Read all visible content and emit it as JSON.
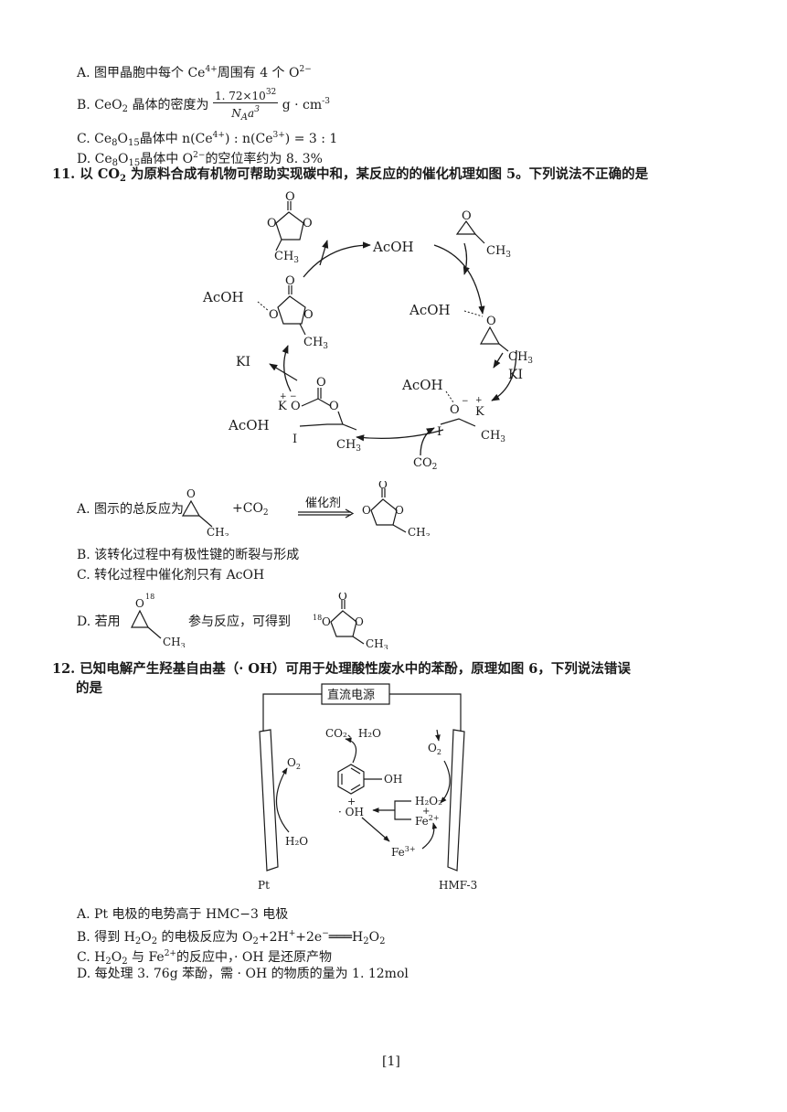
{
  "q10": {
    "optA": {
      "pre": "A. 图甲晶胞中每个 Ce",
      "sup1": "4+",
      "mid": "周围有 4 个 O",
      "sup2": "2−"
    },
    "optB": {
      "pre": "B. CeO",
      "sub1": "2",
      "mid": " 晶体的密度为",
      "num": "1. 72×10",
      "num_sup": "32",
      "den": "N",
      "den_sub": "A",
      "den_rest": "a",
      "den_sup": "3",
      "post": "g · cm",
      "post_sup": "-3"
    },
    "optC": {
      "pre": "C. Ce",
      "sub1": "8",
      "mid1": "O",
      "sub2": "15",
      "mid2": "晶体中 n(Ce",
      "sup1": "4+",
      "mid3": ") : n(Ce",
      "sup2": "3+",
      "post": ") = 3 : 1"
    },
    "optD": {
      "pre": "D. Ce",
      "sub1": "8",
      "mid1": "O",
      "sub2": "15",
      "mid2": "晶体中 O",
      "sup1": "2−",
      "post": "的空位率约为 8. 3%"
    }
  },
  "q11": {
    "stem": {
      "pre": "11. 以 CO",
      "sub1": "2",
      "post": " 为原料合成有机物可帮助实现碳中和，某反应的的催化机理如图 5。下列说法不正确的是"
    },
    "figure": {
      "acoh": "AcOH",
      "ki": "KI",
      "ch3": "CH",
      "ch3_sub": "3",
      "o": "O",
      "i": "I",
      "k": "K",
      "plus": "+",
      "minus": "−",
      "co2": "CO",
      "co2_sub": "2"
    },
    "optA": {
      "pre": "A. 图示的总反应为",
      "plus": "+CO",
      "plus_sub": "2",
      "cat": "催化剂"
    },
    "optB": "B. 该转化过程中有极性键的断裂与形成",
    "optC": "C. 转化过程中催化剂只有 AcOH",
    "optD": {
      "pre": "D. 若用",
      "mid": "参与反应，可得到",
      "o18": "18"
    }
  },
  "q12": {
    "stem1": "12. 已知电解产生羟基自由基（· OH）可用于处理酸性废水中的苯酚，原理如图 6，下列说法错误",
    "stem2": "的是",
    "figure": {
      "power": "直流电源",
      "co2h2o": "CO₂、H₂O",
      "o2": "O",
      "o2_sub": "2",
      "oh": "OH",
      "radical": "· OH",
      "h2o2": "H₂O₂",
      "fe2": "Fe",
      "fe2_sup": "2+",
      "fe3": "Fe",
      "fe3_sup": "3+",
      "h2o": "H₂O",
      "plus": "+",
      "pt": "Pt",
      "hmf": "HMF-3"
    },
    "optA": "A. Pt 电极的电势高于 HMC−3 电极",
    "optB": {
      "pre": "B. 得到 H",
      "sub1": "2",
      "mid1": "O",
      "sub2": "2",
      "mid2": " 的电极反应为 O",
      "sub3": "2",
      "mid3": "+2H",
      "sup1": "+",
      "mid4": "+2e",
      "sup2": "−",
      "mid5": "═══H",
      "sub4": "2",
      "mid6": "O",
      "sub5": "2"
    },
    "optC": {
      "pre": "C. H",
      "sub1": "2",
      "mid1": "O",
      "sub2": "2",
      "mid2": " 与 Fe",
      "sup1": "2+",
      "post": "的反应中，· OH 是还原产物"
    },
    "optD": "D. 每处理 3. 76g 苯酚，需 · OH 的物质的量为 1. 12mol"
  },
  "page_number": "[1]"
}
